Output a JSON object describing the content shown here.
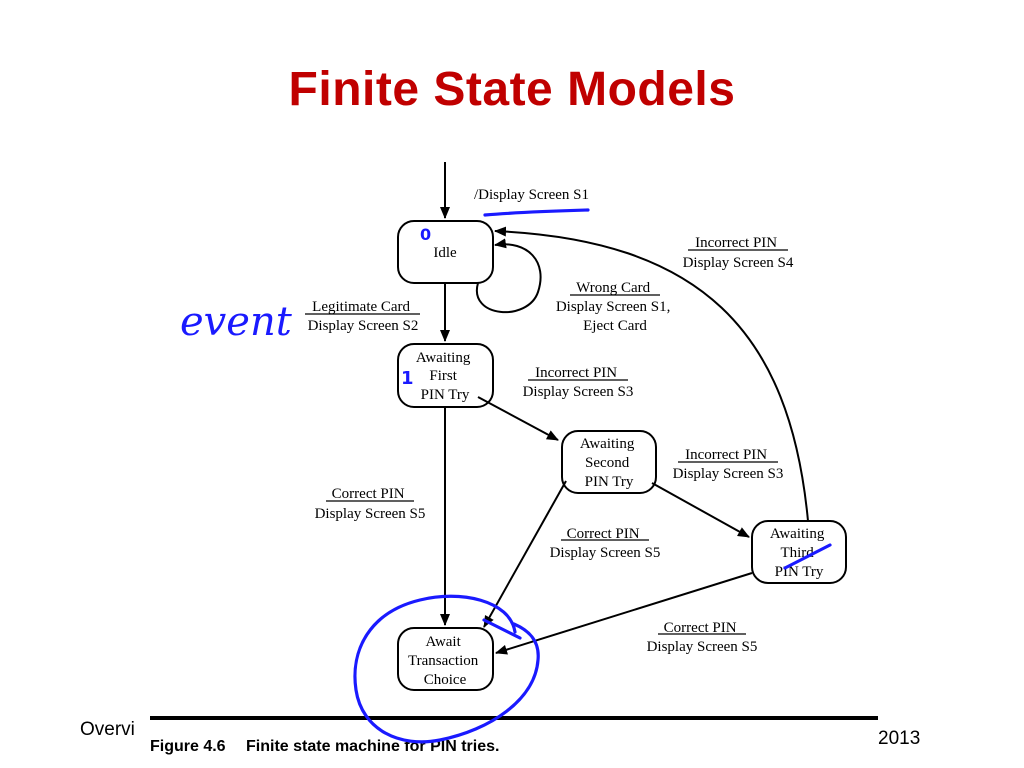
{
  "title": "Finite State Models",
  "footer": {
    "left": "Overvi",
    "right": "2013"
  },
  "figure_caption": {
    "number": "Figure 4.6",
    "text": "Finite state machine for PIN tries."
  },
  "states": {
    "idle": [
      "Idle"
    ],
    "first": [
      "Awaiting",
      "First",
      "PIN Try"
    ],
    "second": [
      "Awaiting",
      "Second",
      "PIN Try"
    ],
    "third": [
      "Awaiting",
      "Third",
      "PIN Try"
    ],
    "await": [
      "Await",
      "Transaction",
      "Choice"
    ]
  },
  "transitions": {
    "initial": [
      "/Display Screen S1"
    ],
    "idle_to_first": [
      "Legitimate Card",
      "Display Screen S2"
    ],
    "idle_self": [
      "Wrong Card",
      "Display Screen S1,",
      "Eject Card"
    ],
    "third_to_idle": [
      "Incorrect PIN",
      "Display Screen S4"
    ],
    "first_to_second": [
      "Incorrect PIN",
      "Display Screen S3"
    ],
    "second_to_third": [
      "Incorrect PIN",
      "Display Screen S3"
    ],
    "first_to_await": [
      "Correct PIN",
      "Display Screen S5"
    ],
    "second_to_await": [
      "Correct PIN",
      "Display Screen S5"
    ],
    "third_to_await": [
      "Correct PIN",
      "Display Screen S5"
    ]
  },
  "annotations": {
    "handwritten_event": "event",
    "handwritten_digit": "1",
    "handwritten_zero": "0"
  },
  "colors": {
    "title": "#c00000",
    "ink": "#000000",
    "pen": "#1a1aff"
  }
}
